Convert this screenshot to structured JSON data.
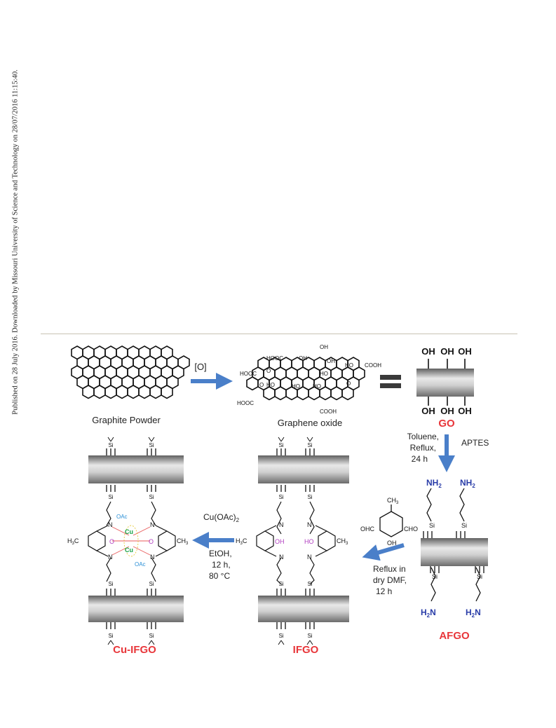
{
  "sidebar": {
    "text": "Published on 28 July 2016. Downloaded by Missouri University of Science and Technology on 28/07/2016 11:15:40."
  },
  "labels": {
    "graphite": "Graphite Powder",
    "oxidation": "[O]",
    "graphene_oxide": "Graphene oxide",
    "go": "GO",
    "afgo": "AFGO",
    "ifgo": "IFGO",
    "cu_ifgo": "Cu-IFGO"
  },
  "groups": {
    "oh": "OH",
    "ho": "HO",
    "cooh": "COOH",
    "hooc": "HOOC",
    "o": "O",
    "nh2": "NH",
    "nh2_sub": "2",
    "h2n_h": "H",
    "h2n_sub": "2",
    "h2n_n": "N",
    "si": "Si",
    "n": "N",
    "cu": "Cu",
    "oac": "OAc",
    "ch3": "CH",
    "ch3_sub": "3",
    "h3c_h": "H",
    "h3c_sub": "3",
    "h3c_c": "C",
    "cho": "CHO",
    "ohc": "OHC"
  },
  "conditions": {
    "go_to_afgo": [
      "Toluene,",
      "Reflux,",
      "24 h"
    ],
    "aptes": "APTES",
    "afgo_to_ifgo": [
      "Reflux in",
      "dry DMF,",
      "12 h"
    ],
    "ifgo_to_cu_main": "Cu(OAc)",
    "ifgo_to_cu_sub": "2",
    "ifgo_to_cu_rest": [
      "EtOH,",
      "12 h,",
      "80 °C"
    ]
  },
  "colors": {
    "arrow": "#4a7fc9",
    "compound_label": "#e8363a",
    "amine": "#2a3da8",
    "copper": "#1aa34a",
    "acetate": "#2a8fd6",
    "phenol_oxygen": "#b03cc0",
    "sheet_light": "#e4e4e4",
    "sheet_dark": "#6b6b6b"
  }
}
